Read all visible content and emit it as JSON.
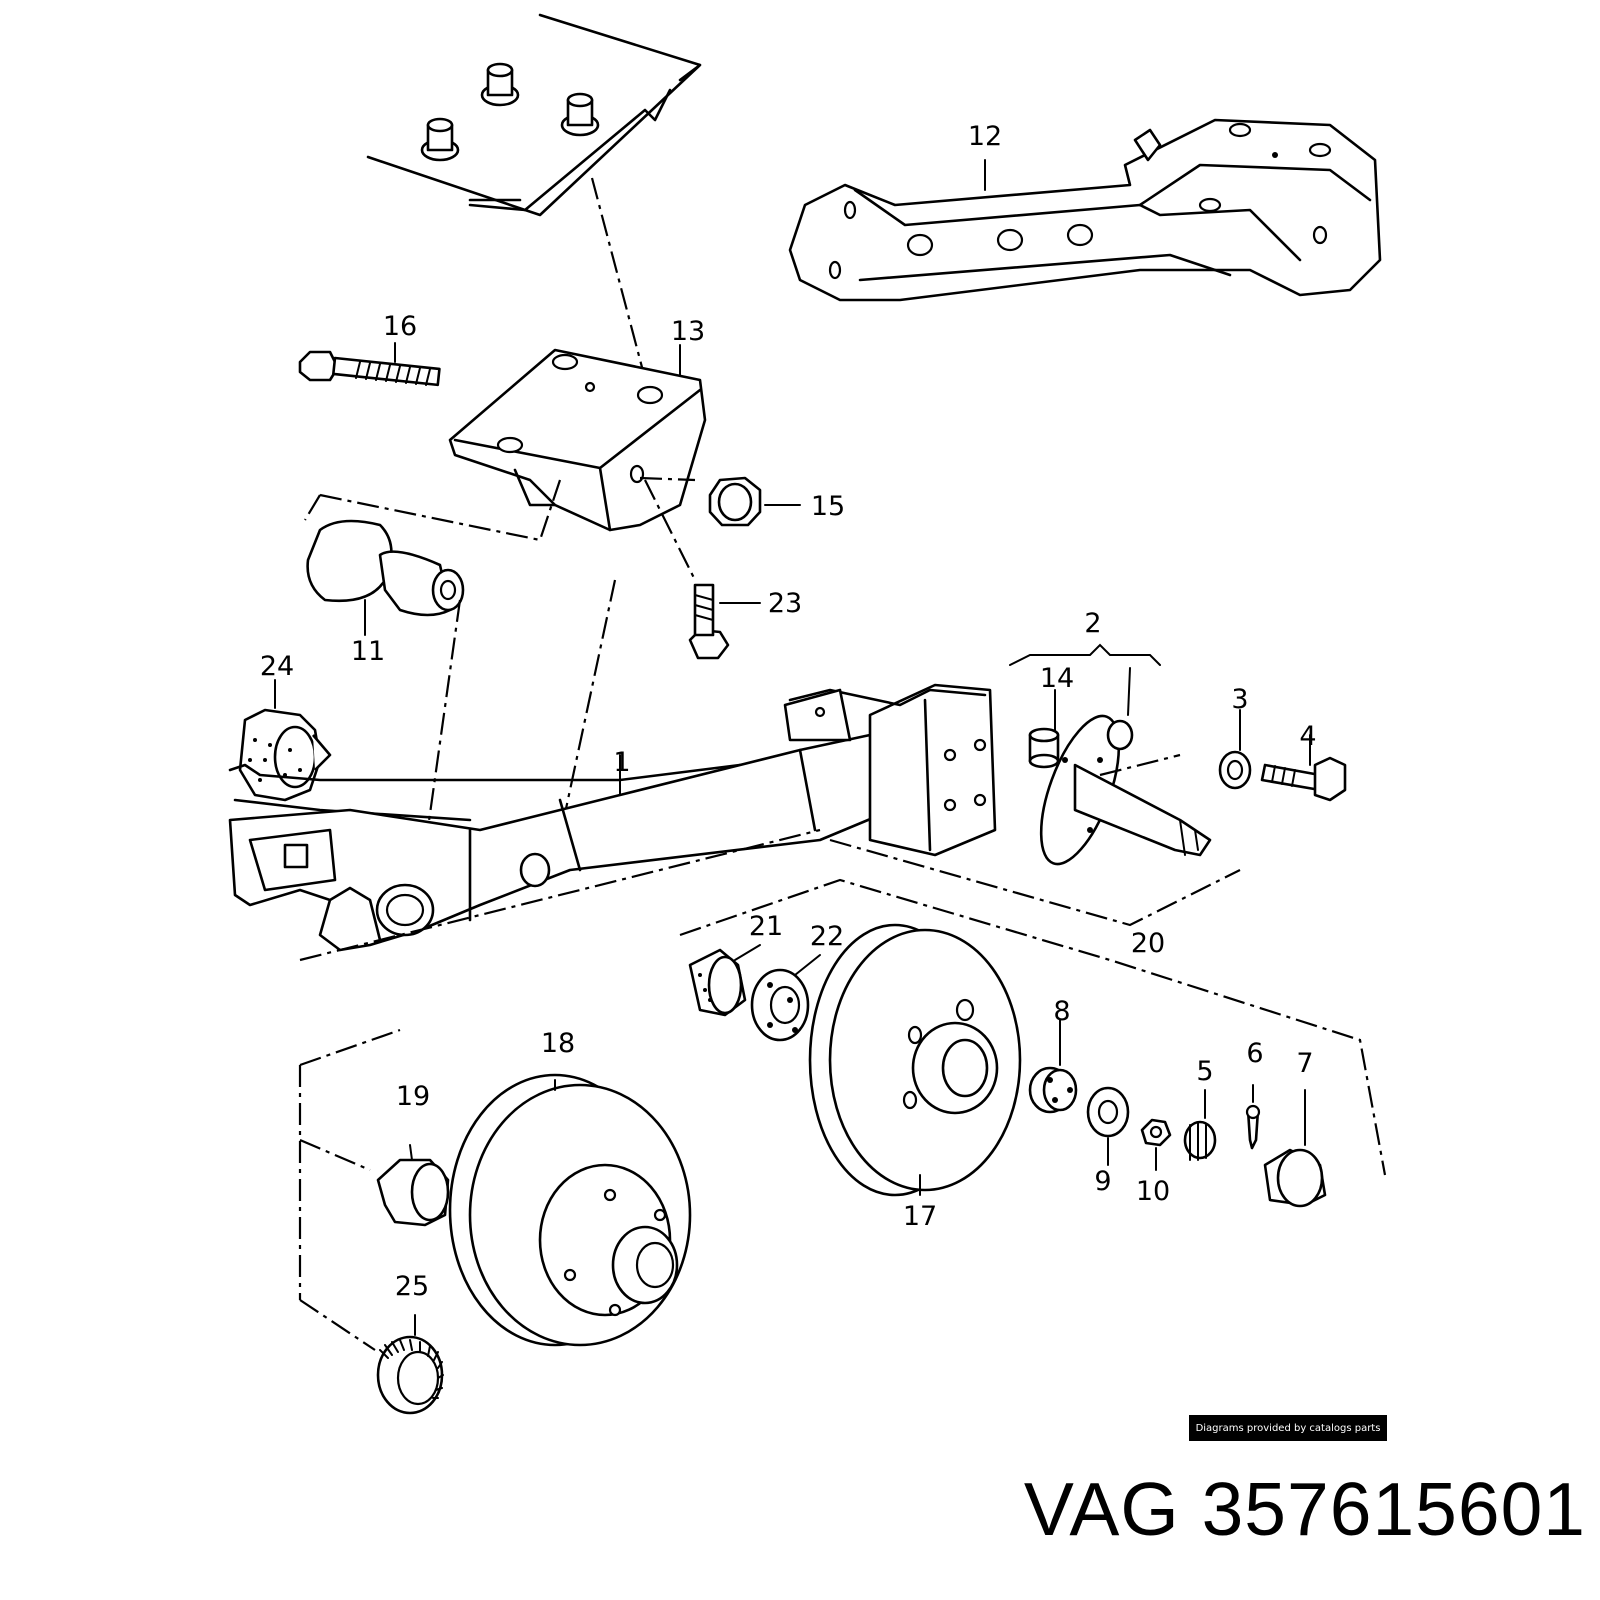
{
  "callouts": [
    "1",
    "2",
    "3",
    "4",
    "5",
    "6",
    "7",
    "8",
    "9",
    "10",
    "11",
    "12",
    "13",
    "14",
    "15",
    "16",
    "17",
    "18",
    "19",
    "20",
    "21",
    "22",
    "23",
    "24",
    "25"
  ],
  "credit": "Diagrams provided by catalogs parts",
  "brand": "VAG",
  "part_number": "357615601"
}
